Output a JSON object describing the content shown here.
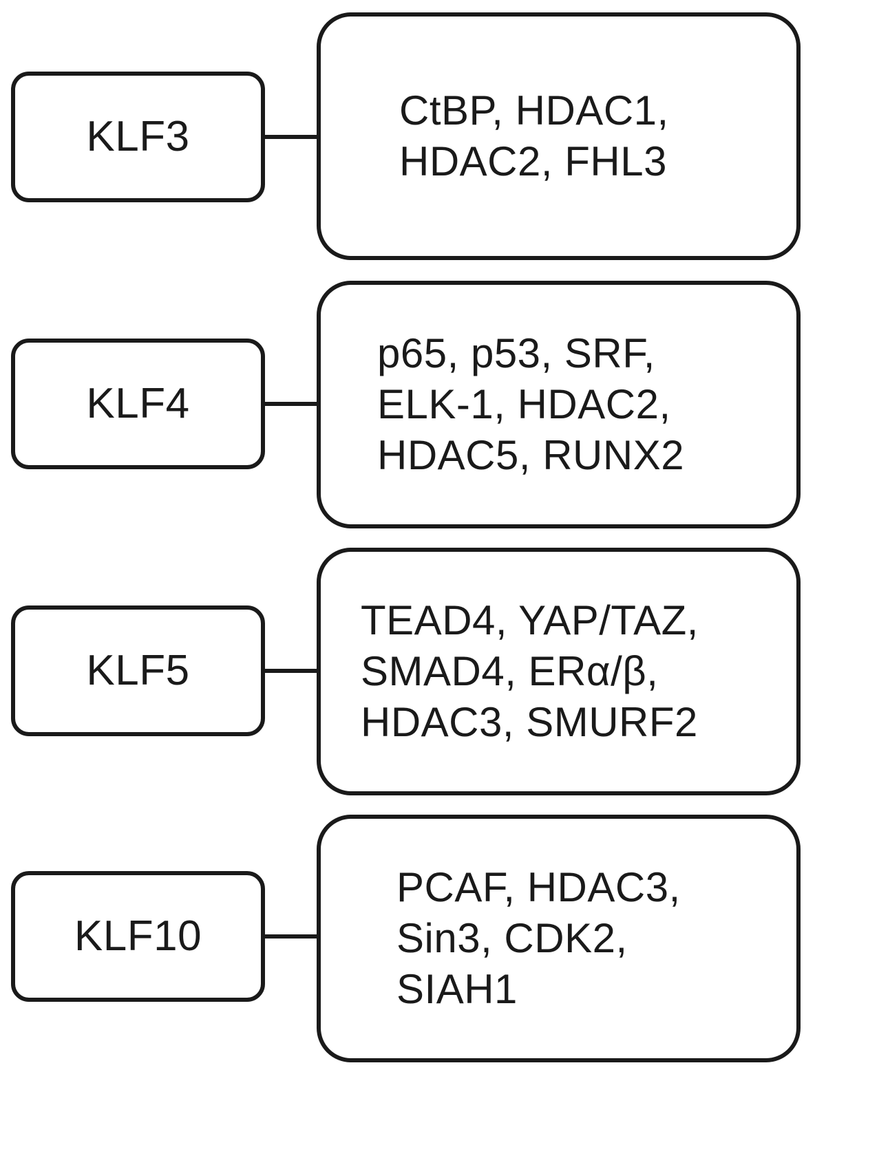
{
  "rows": [
    {
      "klf": "KLF3",
      "partner_lines": [
        "CtBP, HDAC1,",
        "HDAC2, FHL3"
      ]
    },
    {
      "klf": "KLF4",
      "partner_lines": [
        "p65, p53, SRF,",
        "ELK-1, HDAC2,",
        "HDAC5, RUNX2"
      ]
    },
    {
      "klf": "KLF5",
      "partner_lines": [
        "TEAD4, YAP/TAZ,",
        "SMAD4, ERα/β,",
        "HDAC3, SMURF2"
      ]
    },
    {
      "klf": "KLF10",
      "partner_lines": [
        "PCAF, HDAC3,",
        "Sin3, CDK2,",
        "SIAH1"
      ]
    }
  ]
}
